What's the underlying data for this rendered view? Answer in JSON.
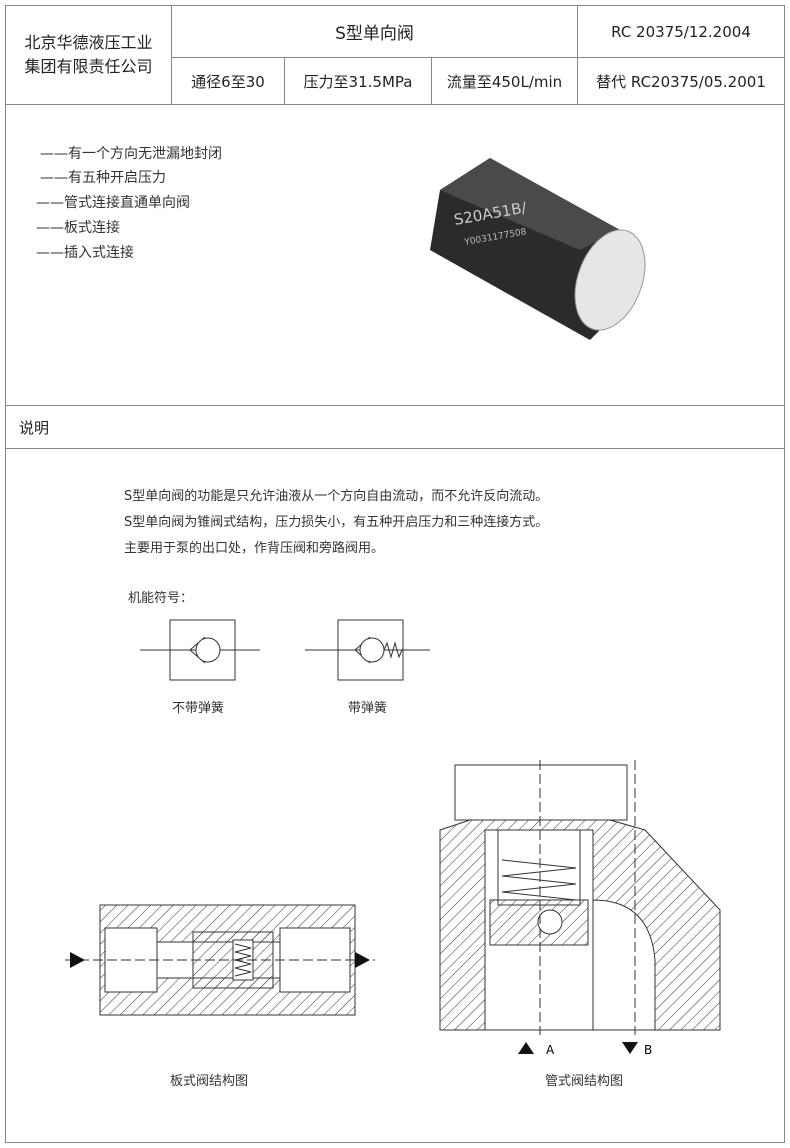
{
  "header": {
    "company_line1": "北京华德液压工业",
    "company_line2": "集团有限责任公司",
    "title": "S型单向阀",
    "doc_no": "RC 20375/12.2004",
    "size": "通径6至30",
    "pressure": "压力至31.5MPa",
    "flow": "流量至450L/min",
    "replaces": "替代 RC20375/05.2001"
  },
  "features": [
    "——有一个方向无泄漏地封闭",
    "——有五种开启压力",
    "——管式连接直通单向阀",
    "——板式连接",
    "——插入式连接"
  ],
  "product_marking": {
    "model": "S20A51B/",
    "serial": "Y0031177508"
  },
  "section_title": "说明",
  "description": [
    "S型单向阀的功能是只允许油液从一个方向自由流动，而不允许反向流动。",
    "S型单向阀为锥阀式结构，压力损失小，有五种开启压力和三种连接方式。",
    "主要用于泵的出口处，作背压阀和旁路阀用。"
  ],
  "symbols": {
    "label": "机能符号：",
    "without_spring": "不带弹簧",
    "with_spring": "带弹簧"
  },
  "drawings": {
    "plate": "板式阀结构图",
    "pipe": "管式阀结构图",
    "port_a": "A",
    "port_b": "B"
  }
}
